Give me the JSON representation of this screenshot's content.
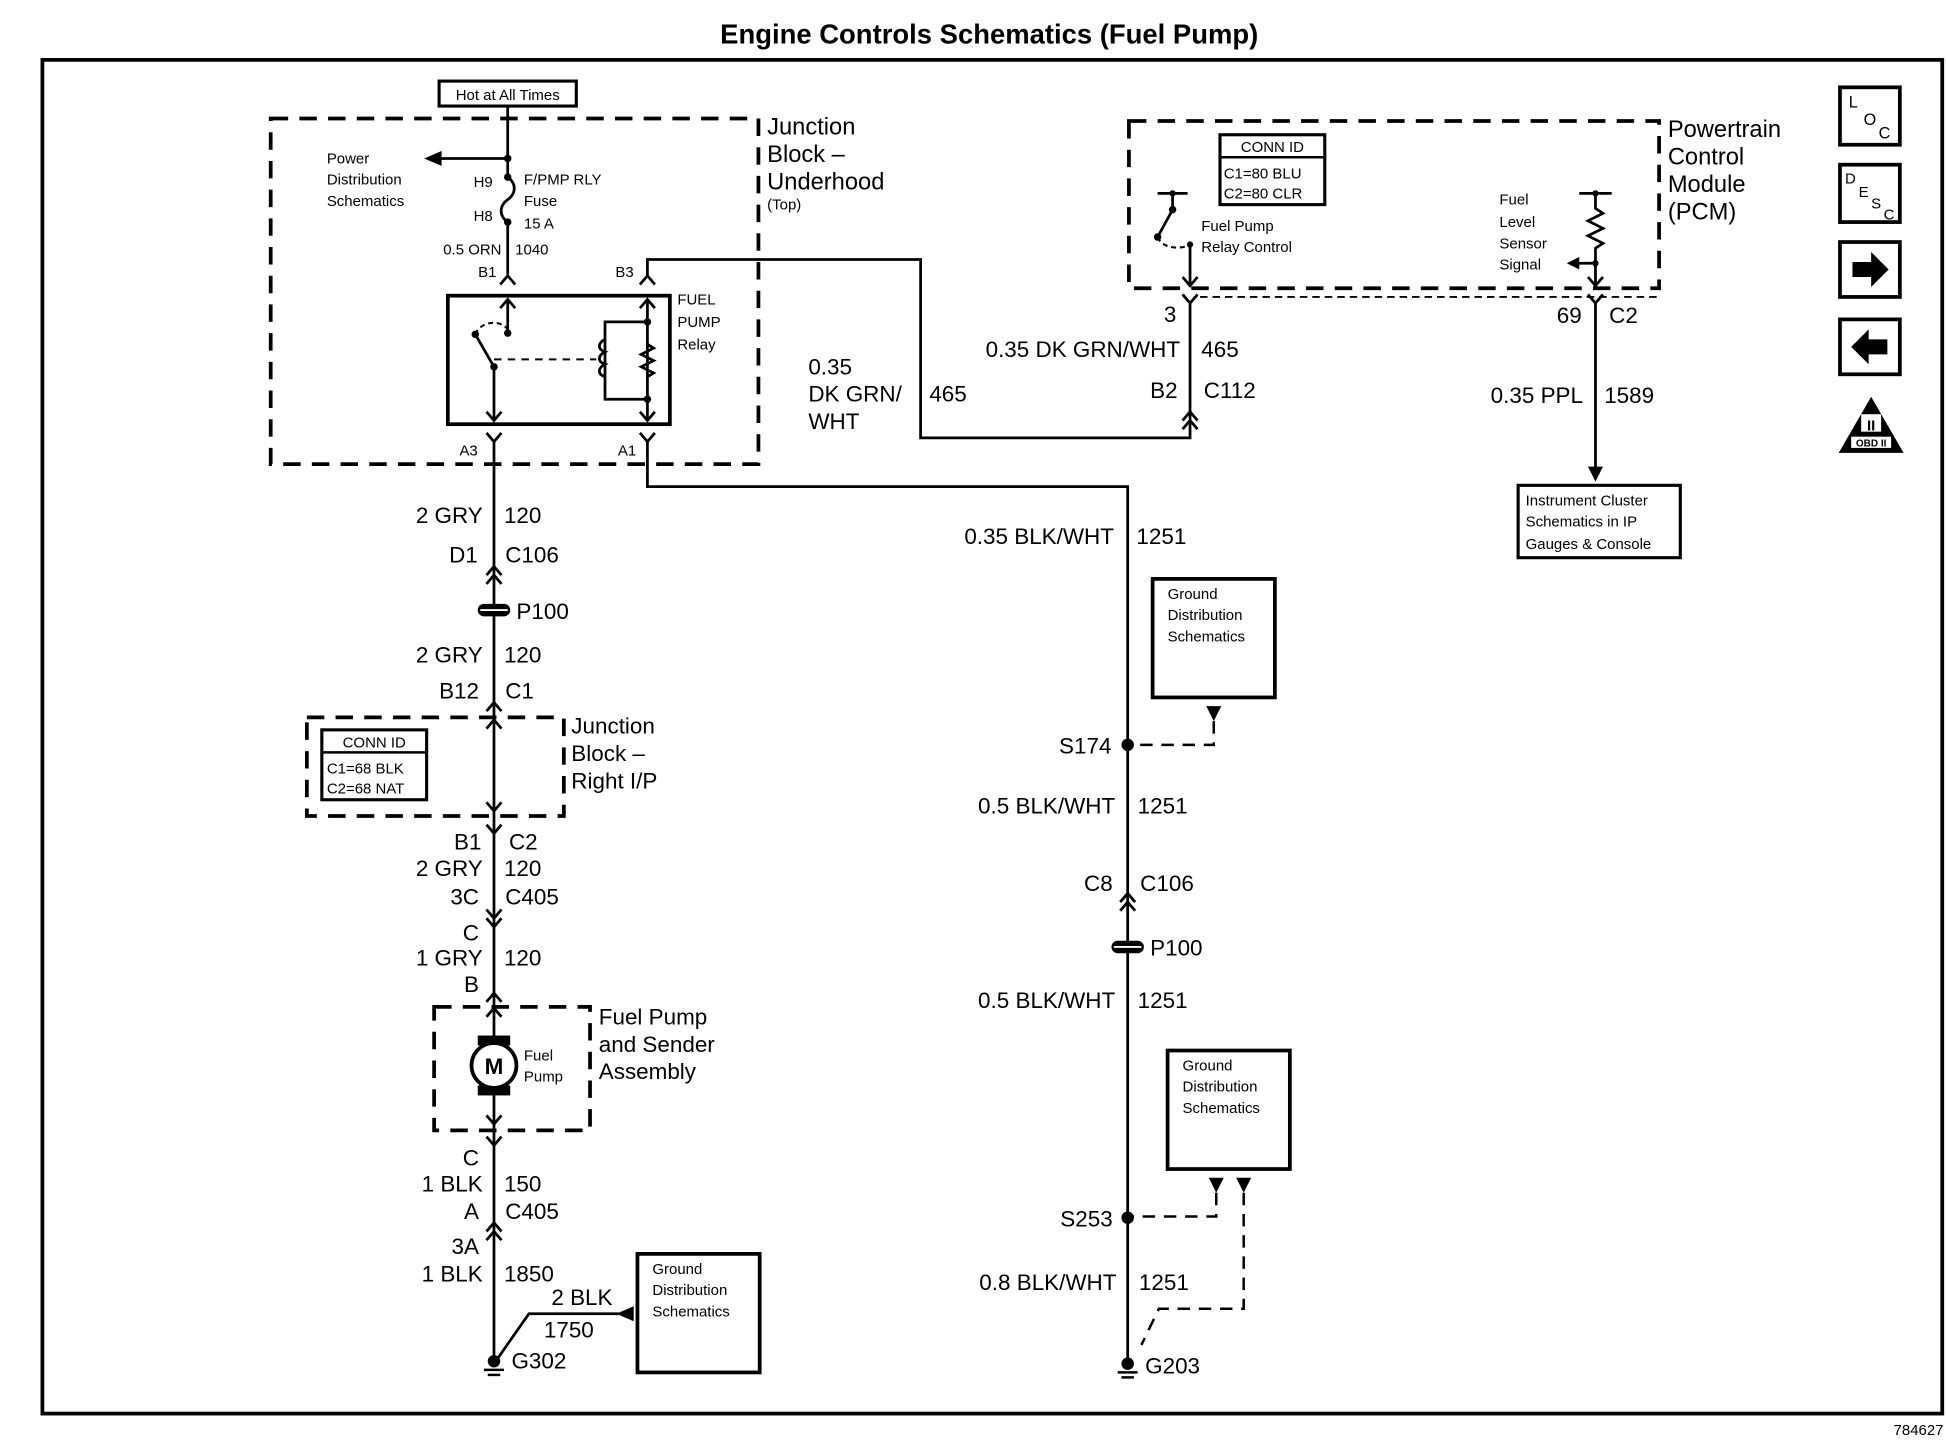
{
  "title": "Engine Controls Schematics (Fuel Pump)",
  "figure_id": "784627",
  "nav_icons": [
    {
      "name": "loc-icon",
      "label": "LOC"
    },
    {
      "name": "desc-icon",
      "label": "DESC"
    },
    {
      "name": "next-arrow-icon",
      "label": "next"
    },
    {
      "name": "prev-arrow-icon",
      "label": "previous"
    },
    {
      "name": "obd-ii-icon",
      "label": "OBD II",
      "numeral": "II"
    }
  ],
  "power_source": "Hot at All Times",
  "underhood_block": {
    "label_lines": [
      "Junction",
      "Block –",
      "Underhood",
      "(Top)"
    ],
    "power_dist_lines": [
      "Power",
      "Distribution",
      "Schematics"
    ],
    "fuse_terminals": [
      "H9",
      "H8"
    ],
    "fuse_lines": [
      "F/PMP RLY",
      "Fuse",
      "15 A"
    ],
    "wire_1040": {
      "gauge_color": "0.5 ORN",
      "circuit": "1040"
    },
    "relay_lines": [
      "FUEL",
      "PUMP",
      "Relay"
    ],
    "pins": {
      "b1": "B1",
      "b3": "B3",
      "a3": "A3",
      "a1": "A1"
    }
  },
  "pcm": {
    "label_lines": [
      "Powertrain",
      "Control",
      "Module",
      "(PCM)"
    ],
    "conn_id": {
      "header": "CONN ID",
      "rows": [
        "C1=80 BLU",
        "C2=80 CLR"
      ]
    },
    "relay_control_lines": [
      "Fuel Pump",
      "Relay Control"
    ],
    "fuel_level_lines": [
      "Fuel",
      "Level",
      "Sensor",
      "Signal"
    ],
    "pin_3": "3",
    "pin_69": "69",
    "conn_c2": "C2"
  },
  "wires": {
    "w465_upper": {
      "gauge_color": "0.35 DK GRN/WHT",
      "circuit": "465"
    },
    "w465_left": {
      "gauge_lines": [
        "0.35",
        "DK GRN/",
        "WHT"
      ],
      "circuit": "465"
    },
    "c112": {
      "pin": "B2",
      "connector": "C112"
    },
    "w1589": {
      "gauge_color": "0.35 PPL",
      "circuit": "1589"
    },
    "w1251_a": {
      "gauge_color": "0.35 BLK/WHT",
      "circuit": "1251"
    },
    "w1251_b": {
      "gauge_color": "0.5 BLK/WHT",
      "circuit": "1251"
    },
    "w1251_c": {
      "gauge_color": "0.5 BLK/WHT",
      "circuit": "1251"
    },
    "w1251_d": {
      "gauge_color": "0.8 BLK/WHT",
      "circuit": "1251"
    },
    "c106_right": {
      "pin": "C8",
      "connector": "C106"
    },
    "p100_right": "P100",
    "s174": "S174",
    "s253": "S253",
    "g203": "G203"
  },
  "instrument_cluster_lines": [
    "Instrument Cluster",
    "Schematics in IP",
    "Gauges & Console"
  ],
  "ground_dist_lines": [
    "Ground",
    "Distribution",
    "Schematics"
  ],
  "left_chain": {
    "w120_a": {
      "gauge_color": "2 GRY",
      "circuit": "120"
    },
    "c106": {
      "pin": "D1",
      "connector": "C106"
    },
    "p100": "P100",
    "w120_b": {
      "gauge_color": "2 GRY",
      "circuit": "120"
    },
    "c1": {
      "pin": "B12",
      "connector": "C1"
    },
    "rip_block": {
      "label_lines": [
        "Junction",
        "Block –",
        "Right I/P"
      ],
      "conn_id": {
        "header": "CONN ID",
        "rows": [
          "C1=68 BLK",
          "C2=68 NAT"
        ]
      }
    },
    "c2": {
      "pin": "B1",
      "connector": "C2"
    },
    "w120_c": {
      "gauge_color": "2 GRY",
      "circuit": "120"
    },
    "c405_top": {
      "pin": "3C",
      "connector": "C405"
    },
    "pin_c": "C",
    "w120_d": {
      "gauge_color": "1 GRY",
      "circuit": "120"
    },
    "pin_b": "B",
    "pump_assembly_lines": [
      "Fuel Pump",
      "and Sender",
      "Assembly"
    ],
    "motor_letter": "M",
    "motor_lines": [
      "Fuel",
      "Pump"
    ],
    "pin_c2": "C",
    "w150": {
      "gauge_color": "1 BLK",
      "circuit": "150"
    },
    "c405_bottom": {
      "pin": "A",
      "connector": "C405"
    },
    "pin_3a": "3A",
    "w1850": {
      "gauge_color": "1 BLK",
      "circuit": "1850"
    },
    "w1750": {
      "gauge_color": "2 BLK",
      "circuit": "1750"
    },
    "g302": "G302"
  }
}
